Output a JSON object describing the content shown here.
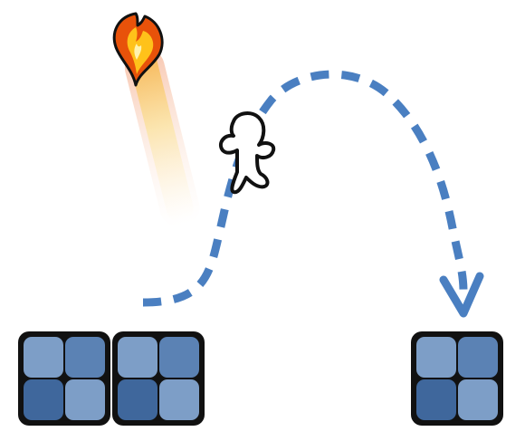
{
  "scene": {
    "background": "#ffffff",
    "path_color": "#4a7fc1",
    "block_outline": "#111111",
    "block_colors": {
      "light": "#7d9ec7",
      "mid": "#5b82b4",
      "dark": "#3f679c"
    },
    "character": {
      "icon": "stick-figure-character-icon",
      "fill": "#ffffff",
      "outline": "#111111"
    },
    "fireball": {
      "icon": "fireball-icon",
      "outer": "#e8520a",
      "inner": "#ffc21a",
      "trail": "#fbe39a"
    },
    "blocks": [
      {
        "name": "block-left-1"
      },
      {
        "name": "block-left-2"
      },
      {
        "name": "block-right-landing"
      }
    ]
  }
}
